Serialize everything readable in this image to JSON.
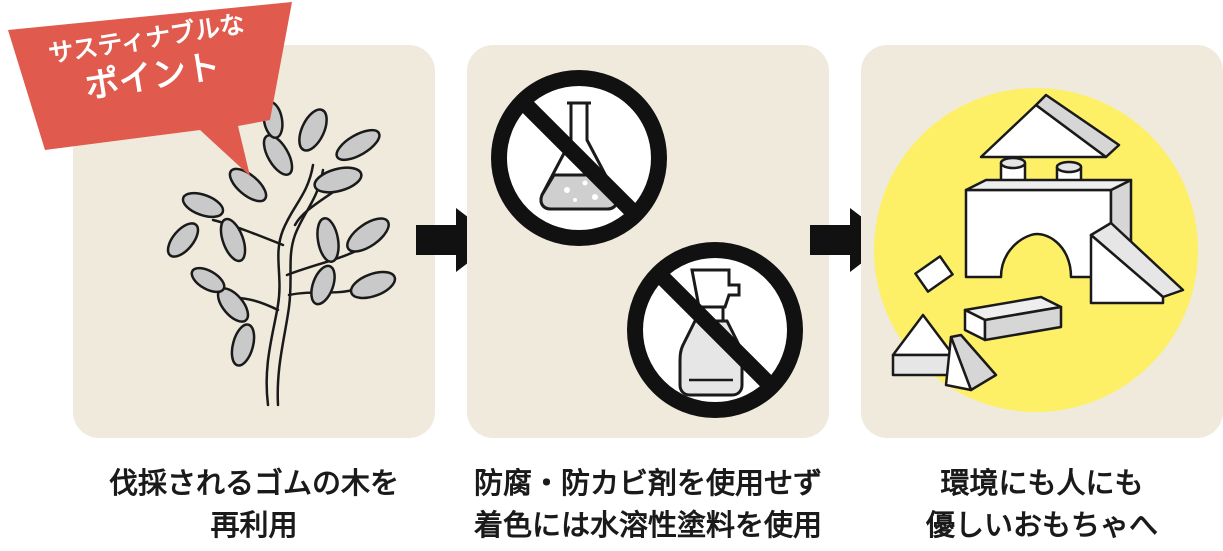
{
  "badge": {
    "line1": "サスティナブルな",
    "line2": "ポイント",
    "color": "#e05a4e"
  },
  "colors": {
    "panel_bg": "#efeadb",
    "highlight_circle": "#fdf067",
    "arrow": "#111111"
  },
  "steps": [
    {
      "icon": "rubber-tree-icon",
      "caption_line1": "伐採されるゴムの木を",
      "caption_line2": "再利用"
    },
    {
      "icon": "no-chemicals-icon",
      "caption_line1": "防腐・防カビ剤を使用せず",
      "caption_line2": "着色には水溶性塗料を使用"
    },
    {
      "icon": "wooden-blocks-icon",
      "caption_line1": "環境にも人にも",
      "caption_line2": "優しいおもちゃへ"
    }
  ]
}
